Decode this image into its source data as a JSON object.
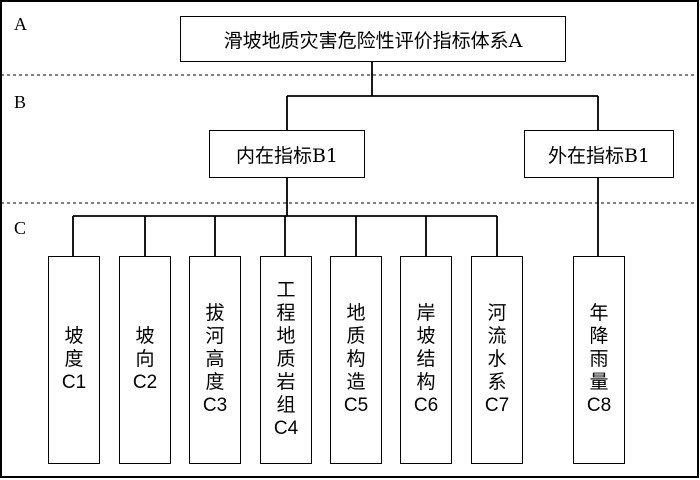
{
  "levels": [
    "A",
    "B",
    "C"
  ],
  "root": {
    "text": "滑坡地质灾害危险性评价指标体系A"
  },
  "b_nodes": [
    {
      "text": "内在指标B1"
    },
    {
      "text": "外在指标B1"
    }
  ],
  "c_nodes": [
    {
      "chars": "坡度",
      "code": "C1"
    },
    {
      "chars": "坡向",
      "code": "C2"
    },
    {
      "chars": "拔河高度",
      "code": "C3"
    },
    {
      "chars": "工程地质岩组",
      "code": "C4"
    },
    {
      "chars": "地质构造",
      "code": "C5"
    },
    {
      "chars": "岸坡结构",
      "code": "C6"
    },
    {
      "chars": "河流水系",
      "code": "C7"
    },
    {
      "chars": "年降雨量",
      "code": "C8"
    }
  ]
}
